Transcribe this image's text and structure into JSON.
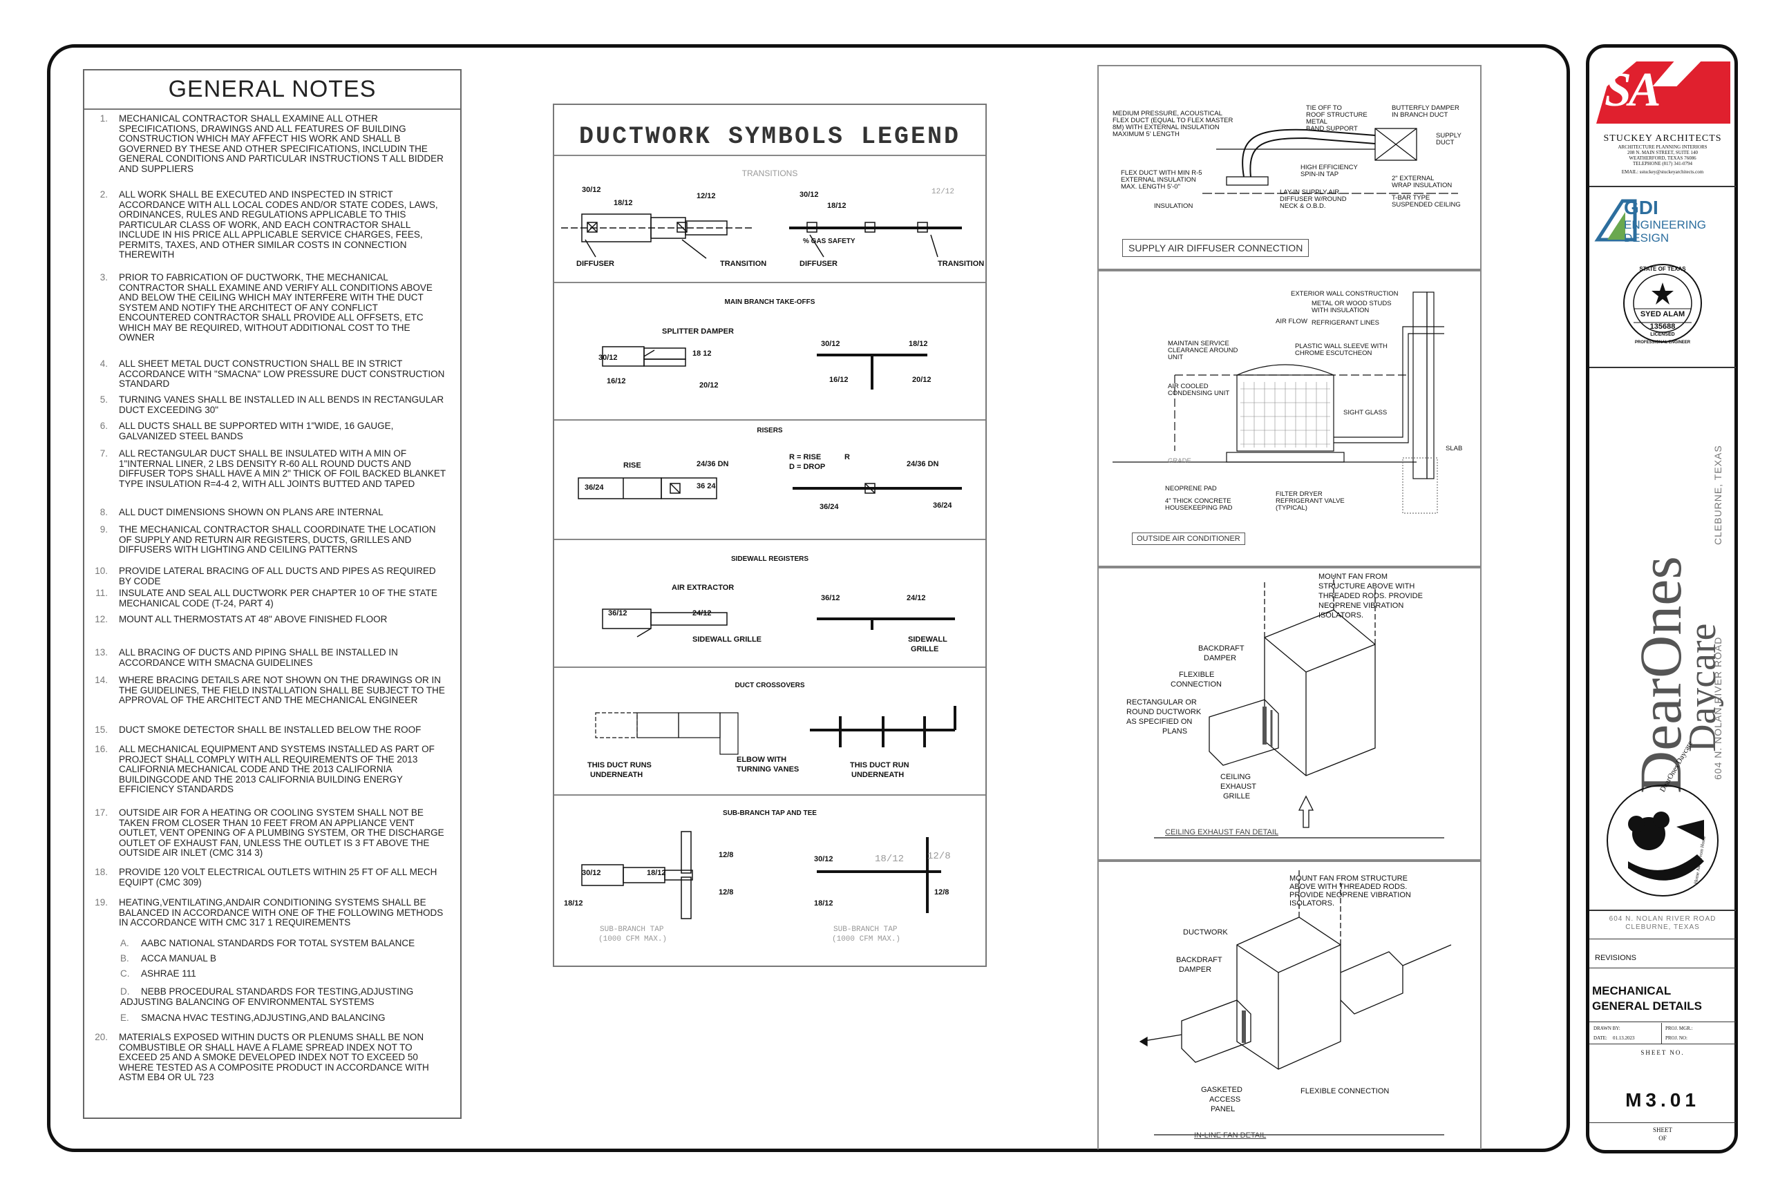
{
  "general_notes": {
    "title": "GENERAL NOTES",
    "items": [
      {
        "num": "1.",
        "text": "MECHANICAL CONTRACTOR SHALL EXAMINE ALL OTHER SPECIFICATIONS, DRAWINGS AND ALL FEATURES OF BUILDING CONSTRUCTION WHICH MAY AFFECT HIS WORK AND SHALL B GOVERNED BY THESE AND OTHER SPECIFICATIONS, INCLUDIN THE GENERAL CONDITIONS AND PARTICULAR INSTRUCTIONS T ALL BIDDER AND SUPPLIERS"
      },
      {
        "num": "2.",
        "text": "ALL WORK SHALL BE EXECUTED AND INSPECTED IN STRICT ACCORDANCE WITH ALL LOCAL CODES AND/OR STATE CODES, LAWS, ORDINANCES, RULES AND REGULATIONS APPLICABLE TO THIS PARTICULAR CLASS OF WORK, AND EACH CONTRACTOR SHALL INCLUDE IN HIS PRICE ALL APPLICABLE SERVICE CHARGES, FEES, PERMITS, TAXES, AND OTHER SIMILAR COSTS IN CONNECTION THEREWITH"
      },
      {
        "num": "3.",
        "text": "PRIOR TO FABRICATION OF DUCTWORK, THE MECHANICAL CONTRACTOR SHALL EXAMINE AND VERIFY ALL CONDITIONS ABOVE AND BELOW THE CEILING WHICH MAY INTERFERE WITH THE DUCT SYSTEM AND NOTIFY THE ARCHITECT OF ANY CONFLICT ENCOUNTERED CONTRACTOR SHALL PROVIDE ALL OFFSETS, ETC WHICH MAY BE REQUIRED, WITHOUT ADDITIONAL COST TO THE OWNER"
      },
      {
        "num": "4.",
        "text": "ALL SHEET METAL DUCT CONSTRUCTION SHALL BE IN STRICT ACCORDANCE WITH \"SMACNA\" LOW PRESSURE DUCT CONSTRUCTION STANDARD"
      },
      {
        "num": "5.",
        "text": "TURNING VANES SHALL BE INSTALLED IN ALL BENDS IN RECTANGULAR DUCT EXCEEDING 30\""
      },
      {
        "num": "6.",
        "text": "ALL DUCTS SHALL BE SUPPORTED WITH 1\"WIDE, 16 GAUGE, GALVANIZED STEEL BANDS"
      },
      {
        "num": "7.",
        "text": "ALL RECTANGULAR DUCT SHALL BE INSULATED WITH A MIN OF 1\"INTERNAL LINER, 2 LBS DENSITY R-60 ALL ROUND DUCTS AND DIFFUSER TOPS SHALL HAVE A MIN 2\" THICK OF FOIL BACKED BLANKET TYPE INSULATION R=4-4 2, WITH ALL JOINTS BUTTED AND TAPED"
      },
      {
        "num": "8.",
        "text": "ALL DUCT DIMENSIONS SHOWN ON PLANS ARE INTERNAL"
      },
      {
        "num": "9.",
        "text": "THE MECHANICAL CONTRACTOR SHALL COORDINATE THE LOCATION OF SUPPLY AND RETURN AIR REGISTERS, DUCTS, GRILLES AND DIFFUSERS WITH LIGHTING AND CEILING PATTERNS"
      },
      {
        "num": "10.",
        "text": "PROVIDE LATERAL BRACING OF ALL DUCTS AND PIPES AS REQUIRED BY CODE"
      },
      {
        "num": "11.",
        "text": "INSULATE AND SEAL ALL DUCTWORK PER CHAPTER 10 OF THE STATE MECHANICAL CODE (T-24, PART 4)"
      },
      {
        "num": "12.",
        "text": "MOUNT ALL THERMOSTATS AT 48\" ABOVE FINISHED FLOOR"
      },
      {
        "num": "13.",
        "text": "ALL BRACING OF DUCTS AND PIPING SHALL BE INSTALLED IN ACCORDANCE WITH SMACNA GUIDELINES"
      },
      {
        "num": "14.",
        "text": "WHERE BRACING DETAILS ARE NOT SHOWN ON THE DRAWINGS OR IN THE GUIDELINES, THE FIELD INSTALLATION SHALL BE SUBJECT TO THE APPROVAL OF THE ARCHITECT AND THE MECHANICAL ENGINEER"
      },
      {
        "num": "15.",
        "text": "DUCT SMOKE DETECTOR SHALL BE INSTALLED BELOW THE ROOF"
      },
      {
        "num": "16.",
        "text": "ALL MECHANICAL EQUIPMENT AND SYSTEMS INSTALLED AS PART OF PROJECT SHALL COMPLY WITH ALL REQUIREMENTS OF THE 2013 CALIFORNIA MECHANICAL CODE AND THE 2013 CALIFORNIA BUILDINGCODE AND THE 2013 CALIFORNIA BUILDING ENERGY EFFICIENCY STANDARDS"
      },
      {
        "num": "17.",
        "text": "OUTSIDE AIR FOR A HEATING OR COOLING SYSTEM SHALL NOT BE TAKEN FROM CLOSER THAN 10 FEET FROM AN APPLIANCE VENT OUTLET, VENT OPENING OF A PLUMBING SYSTEM, OR THE DISCHARGE OUTLET OF EXHAUST FAN, UNLESS THE OUTLET IS 3 FT ABOVE THE OUTSIDE AIR INLET (CMC 314 3)"
      },
      {
        "num": "18.",
        "text": "PROVIDE 120 VOLT ELECTRICAL OUTLETS WITHIN 25 FT OF ALL MECH EQUIPT (CMC 309)"
      },
      {
        "num": "19.",
        "text": "HEATING,VENTILATING,ANDAIR CONDITIONING SYSTEMS SHALL BE BALANCED IN ACCORDANCE WITH ONE OF THE FOLLOWING METHODS IN ACCORDANCE WITH CMC 317 1 REQUIREMENTS"
      },
      {
        "num": "20.",
        "text": "MATERIALS EXPOSED WITHIN DUCTS OR PLENUMS SHALL BE NON COMBUSTIBLE OR SHALL HAVE A FLAME SPREAD INDEX NOT TO EXCEED 25 AND A SMOKE DEVELOPED INDEX NOT TO EXCEED 50 WHERE TESTED AS A COMPOSITE PRODUCT IN ACCORDANCE WITH ASTM EB4 OR UL 723"
      }
    ],
    "sub_items": [
      {
        "num": "A.",
        "text": "AABC NATIONAL STANDARDS FOR TOTAL SYSTEM BALANCE"
      },
      {
        "num": "B.",
        "text": "ACCA MANUAL B"
      },
      {
        "num": "C.",
        "text": "ASHRAE 111"
      },
      {
        "num": "D.",
        "text": "NEBB PROCEDURAL STANDARDS FOR TESTING,ADJUSTING ADJUSTING BALANCING OF ENVIRONMENTAL SYSTEMS"
      },
      {
        "num": "E.",
        "text": "SMACNA HVAC TESTING,ADJUSTING,AND BALANCING"
      }
    ]
  },
  "legend": {
    "title": "DUCTWORK SYMBOLS LEGEND",
    "transitions": {
      "heading": "TRANSITIONS",
      "a": "30/12",
      "b": "18/12",
      "c": "12/12",
      "d": "30/12",
      "e": "18/12",
      "f": "12/12",
      "diffuser": "DIFFUSER",
      "transition": "TRANSITION",
      "gas": "% GAS SAFETY"
    },
    "main_branch": {
      "heading": "MAIN BRANCH TAKE-OFFS",
      "splitter": "SPLITTER DAMPER",
      "a": "30/12",
      "b": "18 12",
      "c": "16/12",
      "d": "20/12",
      "e": "30/12",
      "f": "18/12",
      "g": "16/12",
      "h": "20/12"
    },
    "risers": {
      "heading": "RISERS",
      "rise": "RISE",
      "a": "24/36 DN",
      "b": "36/24",
      "c": "36 24",
      "r_rise": "R = RISE",
      "d_drop": "D = DROP",
      "r": "R",
      "e": "24/36 DN",
      "f": "36/24",
      "g": "36/24"
    },
    "sidewall": {
      "heading": "SIDEWALL REGISTERS",
      "extractor": "AIR EXTRACTOR",
      "a": "36/12",
      "b": "24/12",
      "grille": "SIDEWALL GRILLE",
      "c": "36/12",
      "d": "24/12",
      "grille2a": "SIDEWALL",
      "grille2b": "GRILLE"
    },
    "crossovers": {
      "heading": "DUCT CROSSOVERS",
      "runs1a": "THIS DUCT RUNS",
      "runs1b": "UNDERNEATH",
      "elbow1": "ELBOW WITH",
      "elbow2": "TURNING VANES",
      "runs2a": "THIS DUCT RUN",
      "runs2b": "UNDERNEATH"
    },
    "subbranch": {
      "heading": "SUB-BRANCH TAP AND TEE",
      "a": "12/8",
      "b": "30/12",
      "c": "18/12",
      "d": "12/8",
      "e": "18/12",
      "tap1": "SUB-BRANCH TAP",
      "tap2": "(1000 CFM MAX.)",
      "f": "30/12",
      "g": "18/12",
      "h": "12/8",
      "i": "12/8",
      "j": "18/12",
      "tap3": "SUB-BRANCH TAP",
      "tap4": "(1000 CFM MAX.)"
    }
  },
  "details": {
    "supply": {
      "caption": "SUPPLY AIR DIFFUSER CONNECTION",
      "l1": "MEDIUM PRESSURE, ACOUSTICAL",
      "l2": "FLEX DUCT (EQUAL TO FLEX MASTER",
      "l3": "8M) WITH EXTERNAL INSULATION",
      "l4": "MAXIMUM 5' LENGTH",
      "t1": "TIE OFF TO",
      "t2": "ROOF STRUCTURE",
      "t3": "METAL",
      "t4": "BAND SUPPORT",
      "b1": "BUTTERFLY DAMPER",
      "b2": "IN BRANCH DUCT",
      "s1": "SUPPLY",
      "s2": "DUCT",
      "f1": "FLEX DUCT WITH MIN R-5",
      "f2": "EXTERNAL INSULATION",
      "f3": "MAX. LENGTH 5'-0\"",
      "h1": "HIGH EFFICIENCY",
      "h2": "SPIN-IN TAP",
      "w1": "2\" EXTERNAL",
      "w2": "WRAP INSULATION",
      "ins": "INSULATION",
      "d1": "LAY-IN SUPPLY AIR",
      "d2": "DIFFUSER W/ROUND",
      "d3": "NECK & O.B.D.",
      "c1": "T-BAR TYPE",
      "c2": "SUSPENDED CEILING"
    },
    "outside": {
      "caption": "OUTSIDE AIR CONDITIONER",
      "ext": "EXTERIOR WALL CONSTRUCTION",
      "studs1": "METAL OR WOOD STUDS",
      "studs2": "WITH INSULATION",
      "refl": "REFRIGERANT LINES",
      "air": "AIR FLOW",
      "pw1": "PLASTIC WALL SLEEVE WITH",
      "pw2": "CHROME ESCUTCHEON",
      "m1": "MAINTAIN SERVICE",
      "m2": "CLEARANCE AROUND",
      "m3": "UNIT",
      "ac1": "AIR COOLED",
      "ac2": "CONDENSING UNIT",
      "sight": "SIGHT GLASS",
      "slab": "SLAB",
      "grade": "GRADE",
      "neo": "NEOPRENE PAD",
      "pad1": "4\" THICK CONCRETE",
      "pad2": "HOUSEKEEPING PAD",
      "fd1": "FILTER DRYER",
      "fd2": "REFRIGERANT VALVE",
      "fd3": "(TYPICAL)"
    },
    "ceiling": {
      "caption": "CEILING EXHAUST FAN DETAIL",
      "m1": "MOUNT FAN FROM",
      "m2": "STRUCTURE ABOVE WITH",
      "m3": "THREADED RODS. PROVIDE",
      "m4": "NEOPRENE VIBRATION",
      "m5": "ISOLATORS.",
      "bd1": "BACKDRAFT",
      "bd2": "DAMPER",
      "fc1": "FLEXIBLE",
      "fc2": "CONNECTION",
      "r1": "RECTANGULAR OR",
      "r2": "ROUND DUCTWORK",
      "r3": "AS SPECIFIED ON",
      "r4": "PLANS",
      "g1": "CEILING",
      "g2": "EXHAUST",
      "g3": "GRILLE"
    },
    "inline": {
      "caption": "IN-LINE FAN DETAIL",
      "m1": "MOUNT FAN FROM STRUCTURE",
      "m2": "ABOVE WITH THREADED RODS.",
      "m3": "PROVIDE NEOPRENE VIBRATION",
      "m4": "ISOLATORS.",
      "duct": "DUCTWORK",
      "bd1": "BACKDRAFT",
      "bd2": "DAMPER",
      "g1": "GASKETED",
      "g2": "ACCESS",
      "g3": "PANEL",
      "flex": "FLEXIBLE CONNECTION"
    }
  },
  "title_block": {
    "logo_letters": "SA",
    "firm": "STUCKEY ARCHITECTS",
    "firm_sub": "ARCHITECTURE PLANNING INTERIORS",
    "addr1": "208 N. MAIN STREET, SUITE 140",
    "addr2": "WEATHERFORD, TEXAS 76086",
    "phone": "TELEPHONE (817) 341-0794",
    "email": "EMAIL: sstuckey@stuckeyarchitects.com",
    "gdi1": "GDI",
    "gdi2": "ENGINEERING",
    "gdi3": "DESIGN",
    "seal_state": "STATE OF TEXAS",
    "seal_name": "SYED ALAM",
    "seal_no": "135688",
    "seal_licensed": "LICENSED",
    "seal_pe": "PROFESSIONAL ENGINEER",
    "project1": "DearOnes",
    "project2": "Daycare",
    "project_city": "CLEBURNE, TEXAS",
    "project_road": "604 N. NOLAN RIVER ROAD",
    "daycare_logo": "DearOnes Daycare",
    "daycare_tag": "Home Away From Home",
    "addr_line1": "604 N. NOLAN RIVER ROAD",
    "addr_line2": "CLEBURNE, TEXAS",
    "revisions": "REVISIONS",
    "sheet_title1": "MECHANICAL",
    "sheet_title2": "GENERAL DETAILS",
    "drawn_by": "DRAWN BY:",
    "proj_mgr": "PROJ. MGR.:",
    "date_label": "DATE:",
    "date_value": "01.13.2023",
    "proj_no": "PROJ. NO:",
    "sheet_no_label": "SHEET NO.",
    "sheet_number": "M3.01",
    "sheet_label": "SHEET",
    "of_label": "OF"
  }
}
